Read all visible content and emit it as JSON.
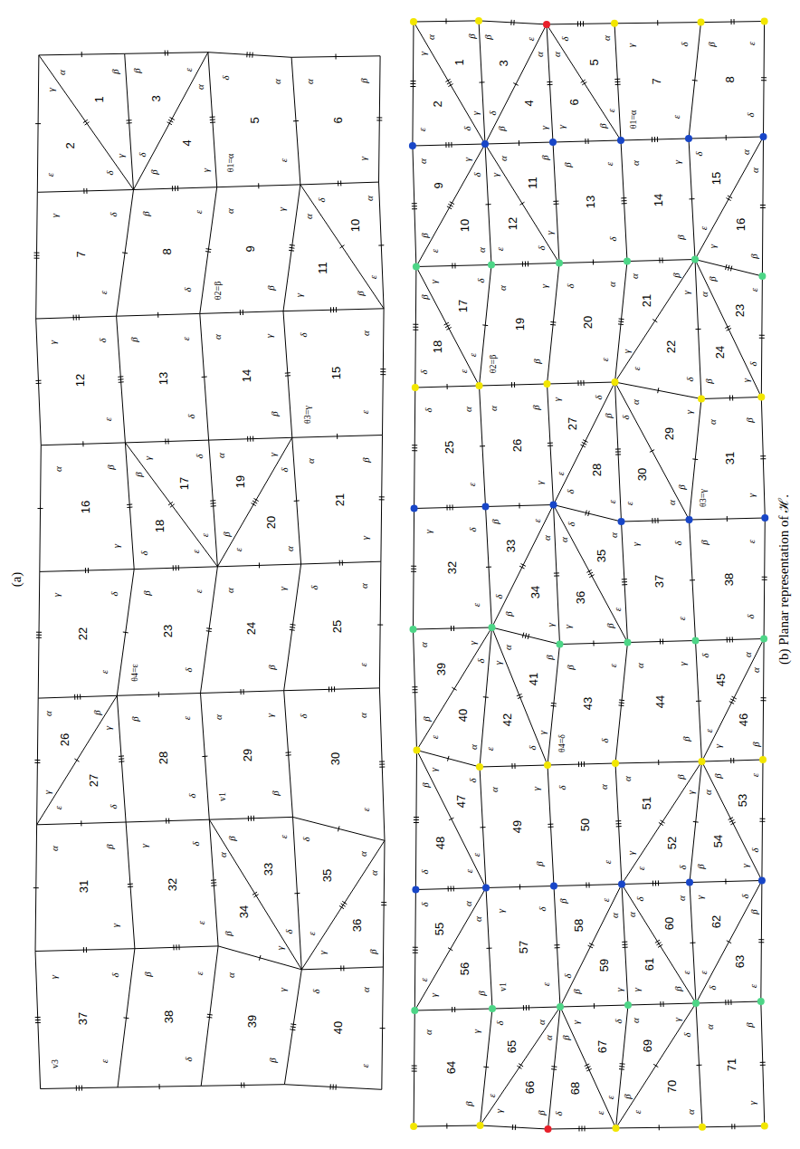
{
  "diagram": {
    "labels": [
      "(a)",
      "1",
      "2",
      "3",
      "4",
      "5",
      "6",
      "7",
      "8",
      "9",
      "10",
      "11",
      "12",
      "13",
      "14",
      "15",
      "16",
      "17",
      "18",
      "19",
      "20",
      "21",
      "22",
      "23",
      "24",
      "25",
      "26",
      "27",
      "28",
      "29",
      "30",
      "31",
      "32",
      "33",
      "34",
      "35",
      "36",
      "37",
      "38",
      "39",
      "40",
      "α",
      "β",
      "γ",
      "γ",
      "δ",
      "ε",
      "β",
      "ε",
      "δ",
      "α",
      "γ",
      "β",
      "δ",
      "α",
      "ε",
      "α",
      "β",
      "γ",
      "γ",
      "δ",
      "ε",
      "β",
      "ε",
      "δ",
      "α",
      "γ",
      "β",
      "δ",
      "α",
      "ε",
      "α",
      "β",
      "γ",
      "γ",
      "δ",
      "ε",
      "β",
      "ε",
      "δ",
      "α",
      "γ",
      "β",
      "δ",
      "α",
      "ε",
      "α",
      "β",
      "γ",
      "γ",
      "δ",
      "ε",
      "β",
      "ε",
      "δ",
      "α",
      "γ",
      "β",
      "δ",
      "α",
      "ε",
      "α",
      "β",
      "γ",
      "γ",
      "δ",
      "ε",
      "β",
      "ε",
      "δ",
      "α",
      "γ",
      "β",
      "δ",
      "α",
      "ε",
      "α",
      "β",
      "γ",
      "γ",
      "δ",
      "ε",
      "β",
      "ε",
      "δ",
      "α",
      "γ",
      "β",
      "δ",
      "α",
      "ε",
      "α",
      "β",
      "γ",
      "γ",
      "δ",
      "ε",
      "β",
      "ε",
      "δ",
      "α",
      "γ",
      "β",
      "δ",
      "α",
      "ε",
      "α",
      "β",
      "γ",
      "γ",
      "δ",
      "ε",
      "β",
      "ε",
      "δ",
      "α",
      "γ",
      "β",
      "δ",
      "α",
      "ε",
      "θ1=α",
      "θ2=β",
      "θ3=γ",
      "θ4=ε",
      "v1",
      "v3",
      "(b) Planar representation of ℋ.",
      "1",
      "2",
      "3",
      "4",
      "5",
      "6",
      "7",
      "8",
      "9",
      "10",
      "11",
      "12",
      "13",
      "14",
      "15",
      "16",
      "17",
      "18",
      "19",
      "20",
      "21",
      "22",
      "23",
      "24",
      "25",
      "26",
      "27",
      "28",
      "29",
      "30",
      "31",
      "32",
      "33",
      "34",
      "35",
      "36",
      "37",
      "38",
      "39",
      "40",
      "41",
      "42",
      "43",
      "44",
      "45",
      "46",
      "47",
      "48",
      "49",
      "50",
      "51",
      "52",
      "53",
      "54",
      "55",
      "56",
      "57",
      "58",
      "59",
      "60",
      "61",
      "62",
      "63",
      "64",
      "65",
      "66",
      "67",
      "68",
      "69",
      "70",
      "71",
      "α",
      "β",
      "γ",
      "γ",
      "δ",
      "ε",
      "β",
      "ε",
      "δ",
      "α",
      "γ",
      "β",
      "δ",
      "α",
      "ε",
      "α",
      "β",
      "γ",
      "γ",
      "δ",
      "ε",
      "β",
      "ε",
      "δ",
      "α",
      "γ",
      "β",
      "δ",
      "α",
      "ε",
      "α",
      "β",
      "γ",
      "γ",
      "δ",
      "ε",
      "β",
      "ε",
      "δ",
      "α",
      "γ",
      "β",
      "δ",
      "α",
      "ε",
      "α",
      "β",
      "γ",
      "γ",
      "δ",
      "ε",
      "β",
      "ε",
      "δ",
      "α",
      "γ",
      "β",
      "δ",
      "α",
      "ε",
      "α",
      "β",
      "γ",
      "γ",
      "δ",
      "ε",
      "β",
      "ε",
      "δ",
      "α",
      "γ",
      "β",
      "δ",
      "α",
      "ε",
      "α",
      "β",
      "γ",
      "γ",
      "δ",
      "ε",
      "β",
      "ε",
      "δ",
      "α",
      "γ",
      "β",
      "δ",
      "α",
      "ε",
      "α",
      "β",
      "γ",
      "γ",
      "δ",
      "ε",
      "β",
      "ε",
      "δ",
      "α",
      "γ",
      "β",
      "δ",
      "α",
      "ε",
      "α",
      "β",
      "γ",
      "γ",
      "δ",
      "ε",
      "β",
      "ε",
      "δ",
      "α",
      "γ",
      "β",
      "δ",
      "α",
      "ε",
      "α",
      "β",
      "γ",
      "γ",
      "δ",
      "ε",
      "β",
      "ε",
      "δ",
      "α",
      "γ",
      "β",
      "δ",
      "α",
      "ε",
      "α",
      "β",
      "γ",
      "γ",
      "δ",
      "ε",
      "β",
      "ε",
      "δ",
      "α",
      "γ",
      "β",
      "δ",
      "α",
      "ε",
      "α",
      "β",
      "γ",
      "γ",
      "δ",
      "ε",
      "β",
      "ε",
      "δ",
      "α",
      "γ",
      "β",
      "δ",
      "α",
      "ε",
      "α",
      "β",
      "γ",
      "γ",
      "δ",
      "ε",
      "β",
      "ε",
      "δ",
      "α",
      "γ",
      "β",
      "δ",
      "α",
      "ε",
      "α",
      "β",
      "γ",
      "γ",
      "δ",
      "ε",
      "β",
      "ε",
      "δ",
      "α",
      "γ",
      "β",
      "δ",
      "α",
      "ε",
      "α",
      "β",
      "γ",
      "γ",
      "δ",
      "ε",
      "β",
      "ε",
      "δ",
      "α",
      "γ",
      "β",
      "δ",
      "α",
      "ε",
      "α",
      "β",
      "γ",
      "θ1=α",
      "θ2=β",
      "θ3=γ",
      "θ4=δ",
      "v1"
    ]
  }
}
